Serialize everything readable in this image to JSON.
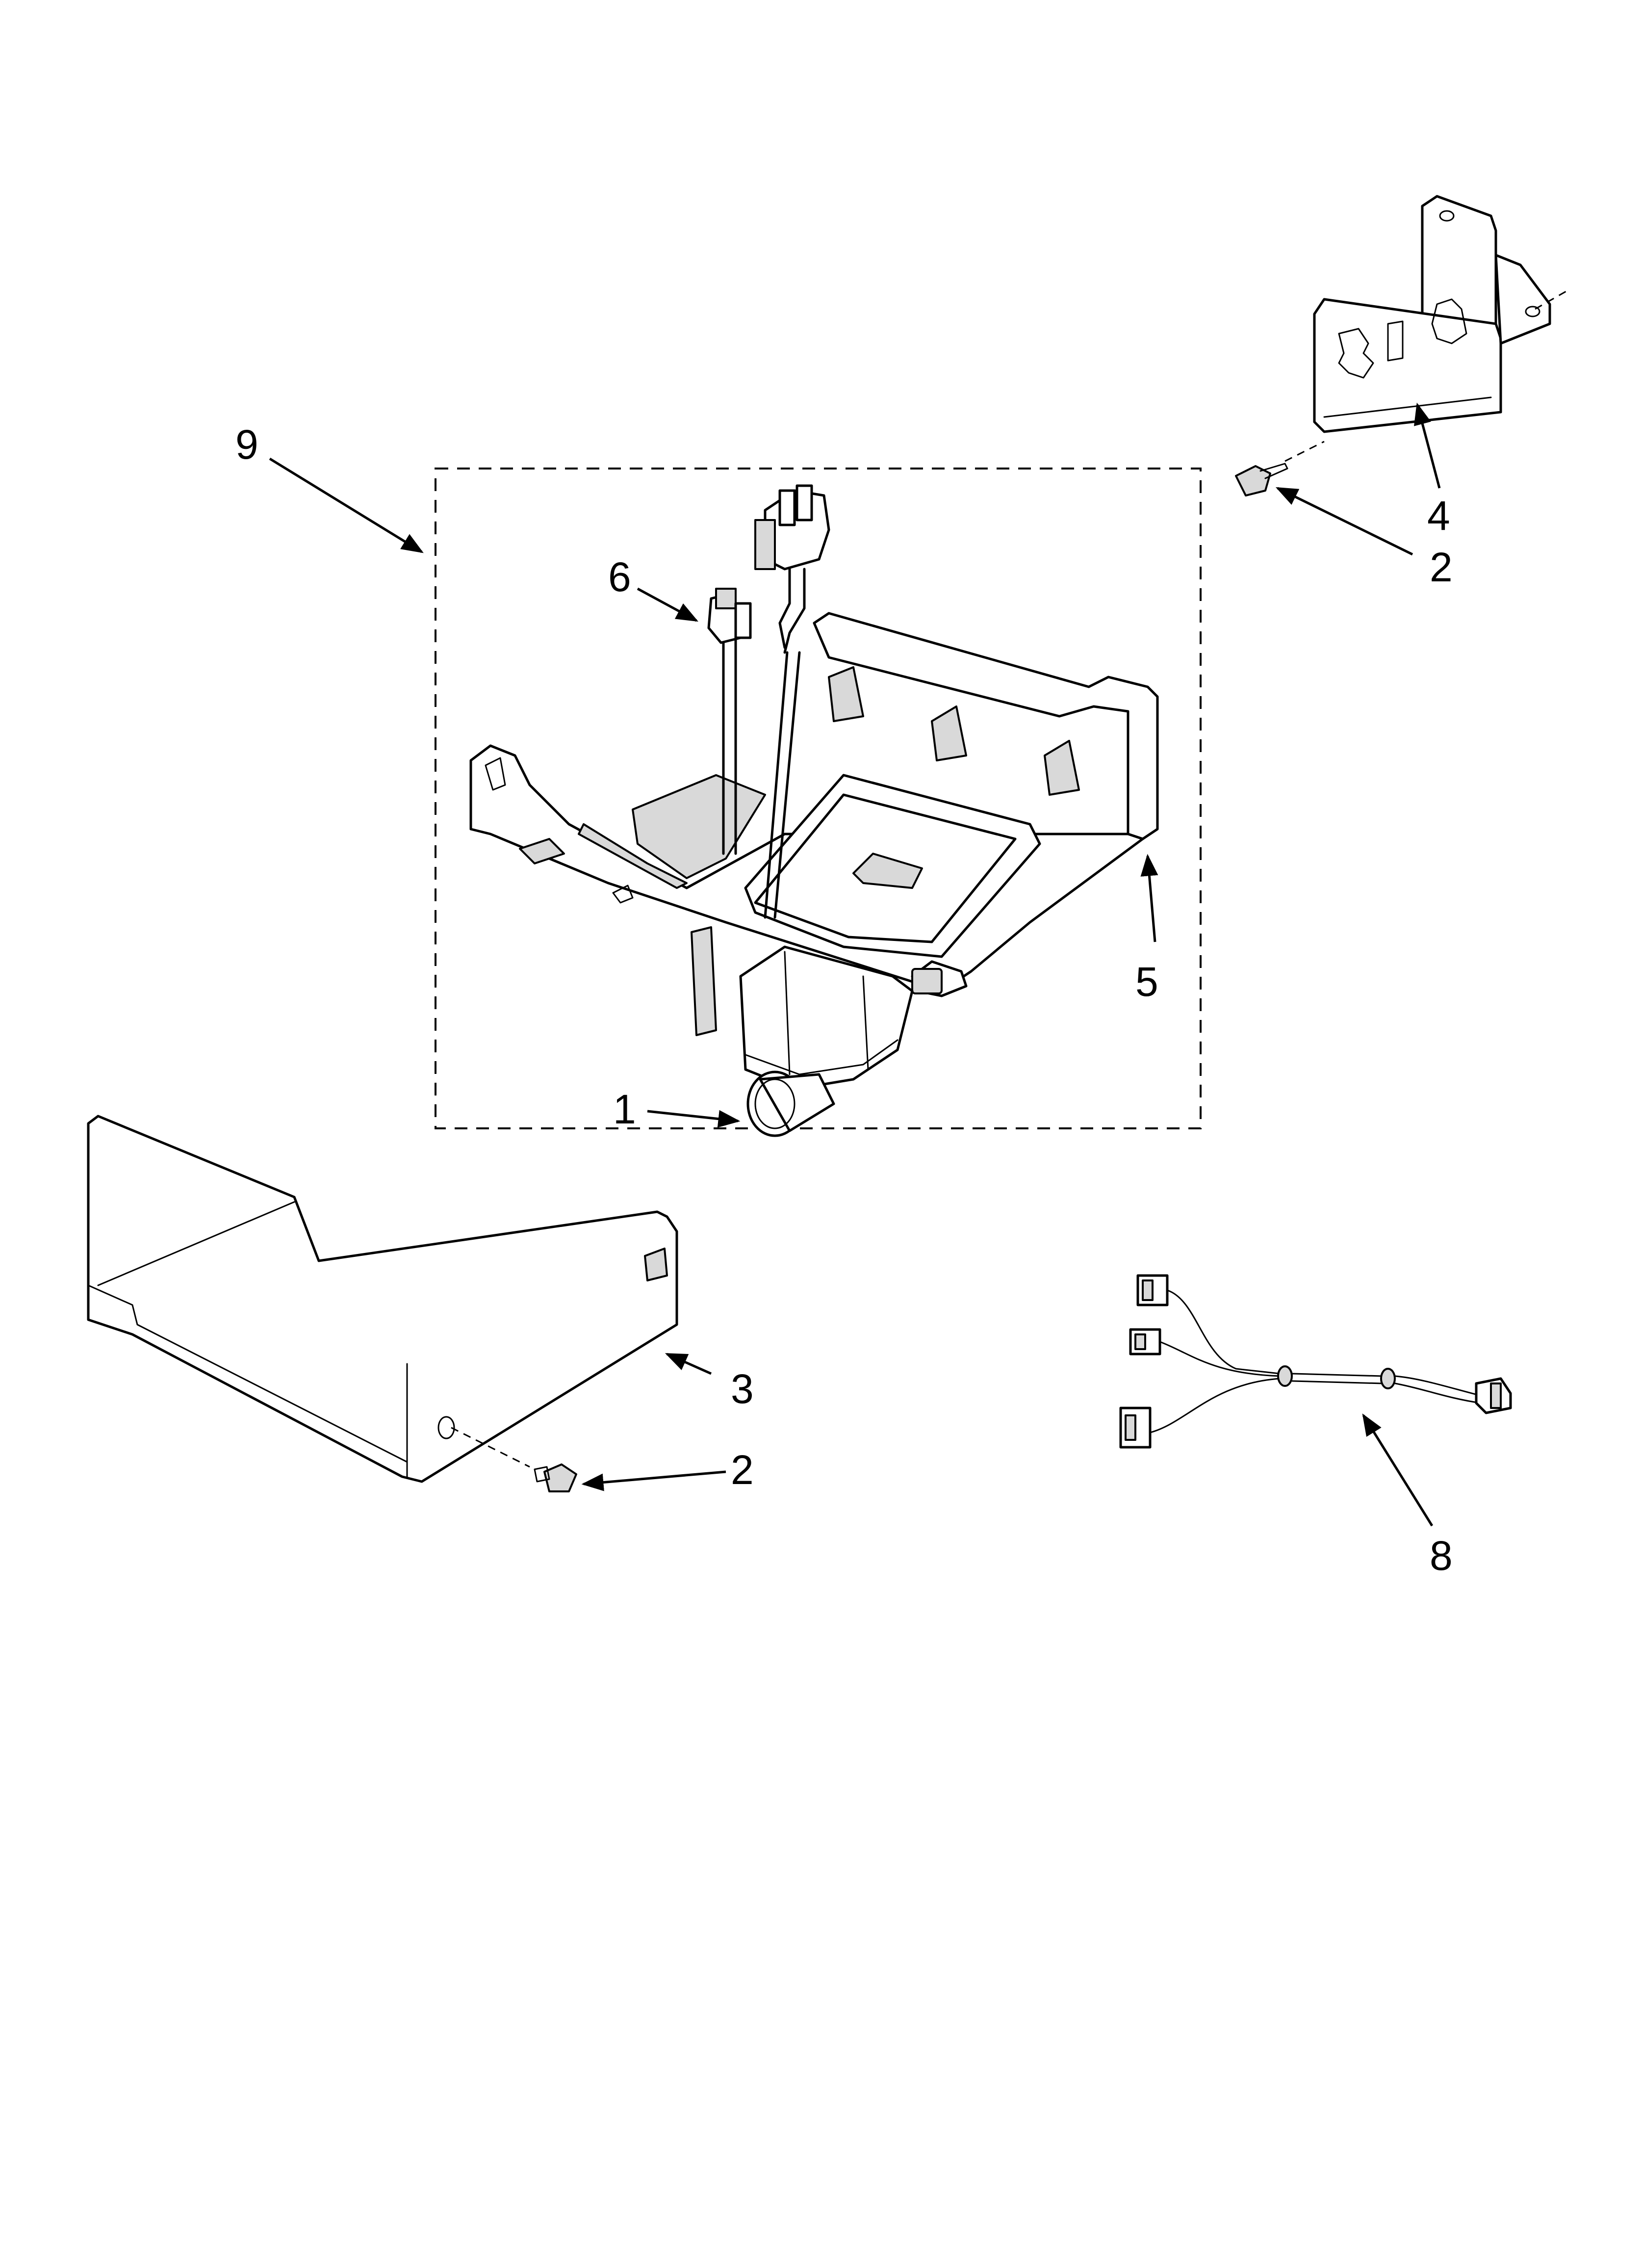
{
  "callouts": {
    "c1": "1",
    "c2_top": "2",
    "c2_bottom": "2",
    "c3": "3",
    "c4": "4",
    "c5": "5",
    "c6": "6",
    "c8": "8",
    "c9": "9"
  },
  "colors": {
    "line": "#000000",
    "background": "#ffffff",
    "shading": "#d9d9d9"
  }
}
